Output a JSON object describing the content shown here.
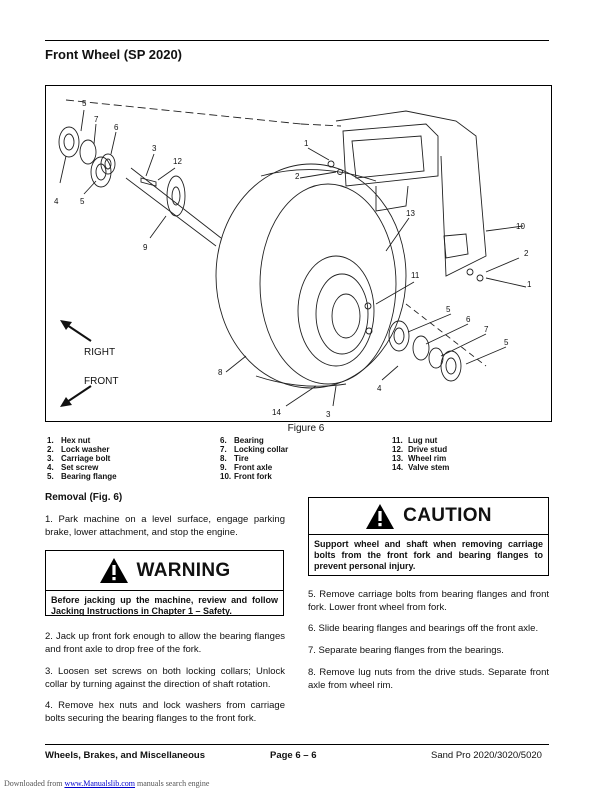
{
  "header": {
    "section_title": "Front Wheel (SP 2020)"
  },
  "figure": {
    "caption": "Figure 6",
    "direction_right": "RIGHT",
    "direction_front": "FRONT",
    "callouts": [
      "5",
      "7",
      "6",
      "3",
      "12",
      "4",
      "5",
      "9",
      "1",
      "2",
      "13",
      "10",
      "2",
      "1",
      "11",
      "5",
      "6",
      "7",
      "5",
      "8",
      "4",
      "14",
      "3"
    ]
  },
  "legend": {
    "col1": [
      {
        "num": "1.",
        "label": "Hex nut"
      },
      {
        "num": "2.",
        "label": "Lock washer"
      },
      {
        "num": "3.",
        "label": "Carriage bolt"
      },
      {
        "num": "4.",
        "label": "Set screw"
      },
      {
        "num": "5.",
        "label": "Bearing flange"
      }
    ],
    "col2": [
      {
        "num": "6.",
        "label": "Bearing"
      },
      {
        "num": "7.",
        "label": "Locking collar"
      },
      {
        "num": "8.",
        "label": "Tire"
      },
      {
        "num": "9.",
        "label": "Front axle"
      },
      {
        "num": "10.",
        "label": "Front fork"
      }
    ],
    "col3": [
      {
        "num": "11.",
        "label": "Lug nut"
      },
      {
        "num": "12.",
        "label": "Drive stud"
      },
      {
        "num": "13.",
        "label": "Wheel rim"
      },
      {
        "num": "14.",
        "label": "Valve stem"
      }
    ]
  },
  "removal": {
    "heading": "Removal (Fig. 6)",
    "step1": "1.   Park machine on a level surface, engage parking brake, lower attachment, and stop the engine.",
    "step2": "2.   Jack up front fork enough to allow the bearing flanges and front axle to drop free of the fork.",
    "step3": "3.   Loosen set screws on both locking collars; Unlock collar by turning against the direction of shaft rotation.",
    "step4": "4.   Remove hex nuts and lock washers from carriage bolts securing the bearing flanges to the front fork.",
    "step5": "5.   Remove carriage bolts from bearing flanges and front fork. Lower front wheel from fork.",
    "step6": "6.   Slide bearing flanges and bearings off the front axle.",
    "step7": "7.   Separate bearing flanges from the bearings.",
    "step8": "8.   Remove lug nuts from the drive studs. Separate front axle from wheel rim."
  },
  "warning": {
    "word": "WARNING",
    "text": "Before jacking up the machine, review and follow Jacking Instructions in Chapter 1 – Safety."
  },
  "caution": {
    "word": "CAUTION",
    "text": "Support wheel and shaft when removing carriage bolts from the front fork and bearing flanges to prevent personal injury."
  },
  "footer": {
    "left": "Wheels, Brakes, and Miscellaneous",
    "center": "Page 6 – 6",
    "right": "Sand Pro 2020/3020/5020"
  },
  "download": {
    "prefix": "Downloaded from ",
    "link": "www.Manualslib.com",
    "suffix": " manuals search engine"
  }
}
